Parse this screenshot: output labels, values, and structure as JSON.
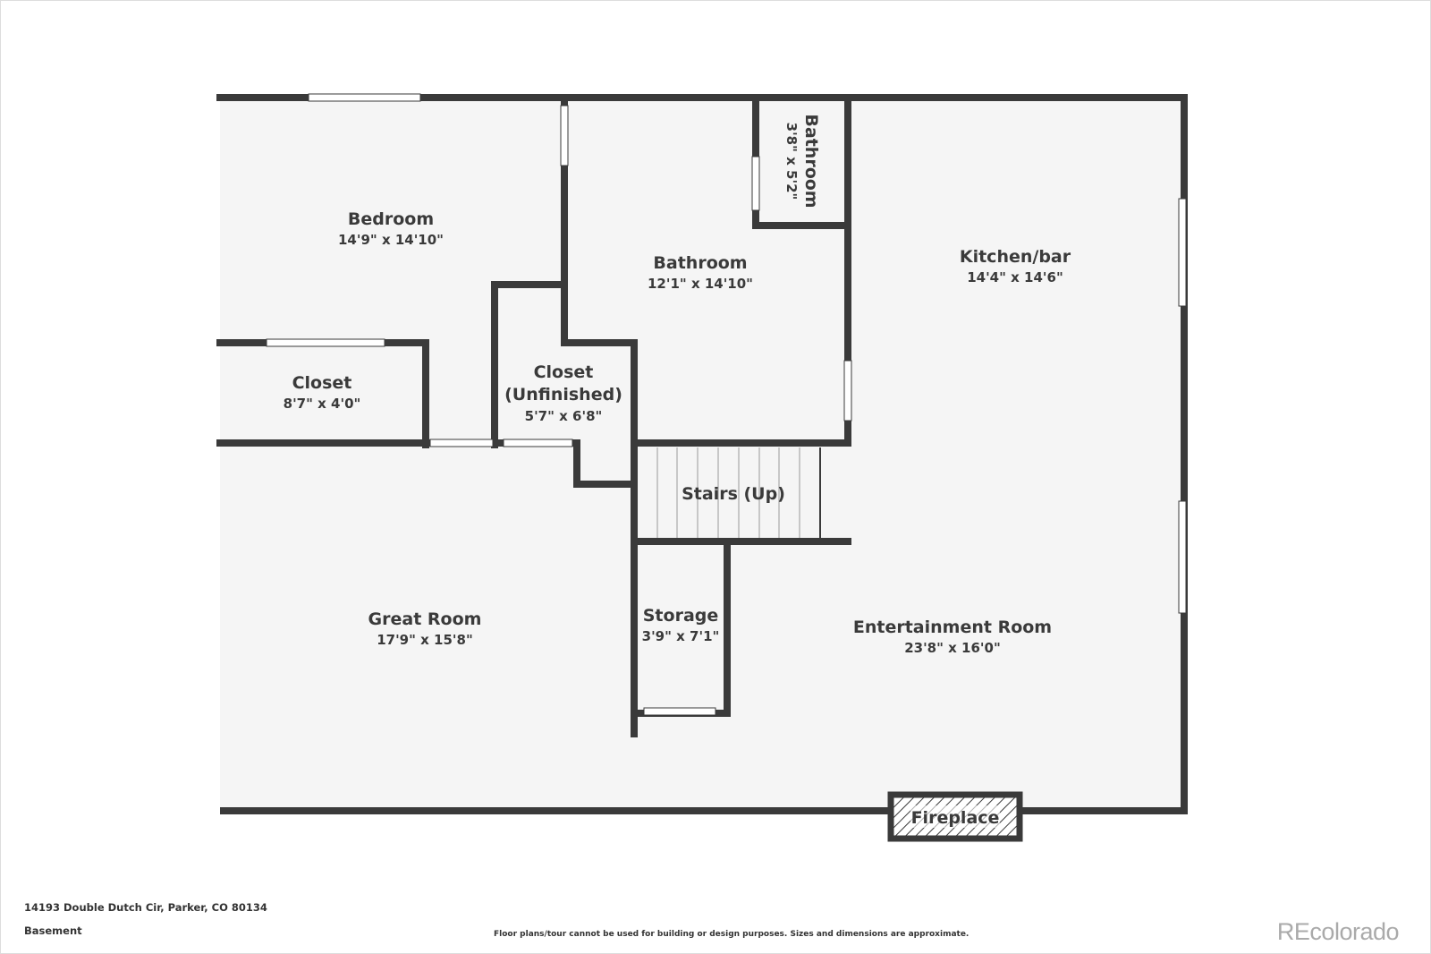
{
  "rooms": [
    {
      "name": "Bedroom",
      "dims": "14'9\" x 14'10\""
    },
    {
      "name": "Bathroom",
      "dims": "12'1\" x 14'10\""
    },
    {
      "name": "Bathroom",
      "dims": "3'8\" x 5'2\""
    },
    {
      "name": "Kitchen/bar",
      "dims": "14'4\" x 14'6\""
    },
    {
      "name": "Closet",
      "dims": "8'7\" x 4'0\""
    },
    {
      "name": "Closet",
      "name2": "(Unfinished)",
      "dims": "5'7\" x 6'8\""
    },
    {
      "name": "Stairs (Up)"
    },
    {
      "name": "Great Room",
      "dims": "17'9\" x 15'8\""
    },
    {
      "name": "Storage",
      "dims": "3'9\" x 7'1\""
    },
    {
      "name": "Entertainment Room",
      "dims": "23'8\" x 16'0\""
    },
    {
      "name": "Fireplace"
    }
  ],
  "footer": {
    "address": "14193 Double Dutch Cir, Parker, CO 80134",
    "level": "Basement",
    "disclaimer": "Floor plans/tour cannot be used for building or design purposes. Sizes and dimensions are approximate.",
    "logo": "REcolorado"
  },
  "colors": {
    "wall": "#3a3a3a",
    "floor": "#f5f5f5"
  }
}
